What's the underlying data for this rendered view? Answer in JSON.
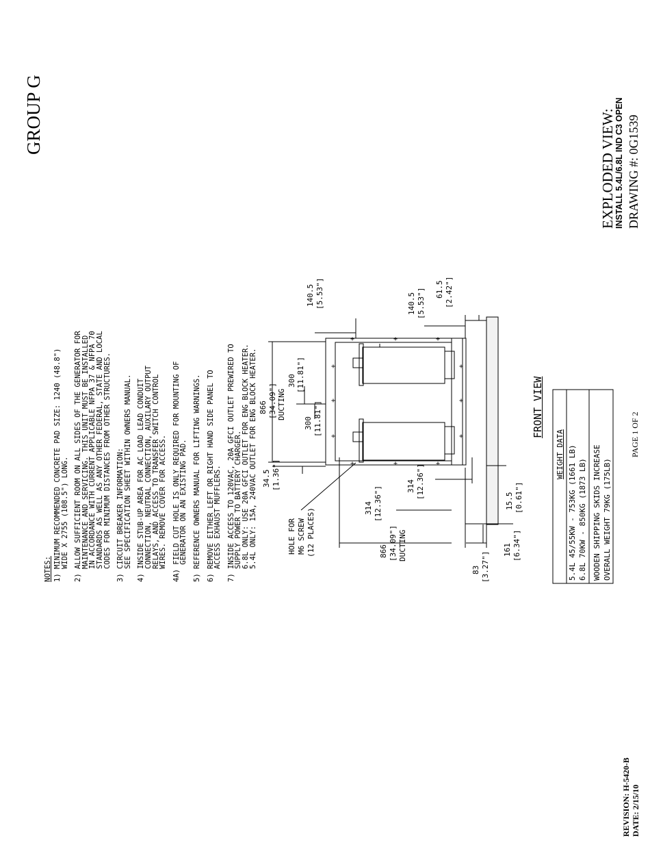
{
  "group_label": "GROUP G",
  "title_block": {
    "view": "EXPLODED VIEW:",
    "install": "INSTALL 5.4L/6.8L IND C3 OPEN",
    "drawing_no": "DRAWING #: 0G1539"
  },
  "page_label": "PAGE 1 OF 2",
  "revision": "REVISION: H-5420-B",
  "date": "DATE: 2/15/10",
  "notes": {
    "heading": "NOTES:",
    "lines": [
      "1) MINIMUM RECOMMENDED CONCRETE PAD SIZE: 1240 (48.8\")",
      "   WIDE X 2755 (108.5\") LONG.",
      "2) ALLOW SUFFICIENT ROOM ON ALL SIDES OF THE GENERATOR FOR",
      "   MAINTENANCE AND SERVICING. THIS UNIT MUST BE INSTALLED",
      "   IN ACCORDANCE WITH CURRENT APPLICABLE NFPA 37 & NFPA 70",
      "   STANDARDS AS WELL AS ANY OTHER FEDERAL, STATE AND LOCAL",
      "   CODES FOR MINIMUM DISTANCES FROM OTHER STRUCTURES.",
      "3) CIRCUIT BREAKER INFORMATION:",
      "   SEE SPECIFICATION SHEET WITHIN OWNERS MANUAL.",
      "4) INSIDE STUB-UP AREA FOR AC LOAD LEAD CONDUIT",
      "   CONNECTION, NEUTRAL CONNECTION, AUXILARY OUTPUT",
      "   RELAYS, AND ACCESS TO TRANSFER SWITCH CONTROL",
      "   WIRES. REMOVE COVER FOR ACCESS.",
      "4A) FIELD CUT HOLE IS ONLY REQUIRED FOR MOUNTING OF",
      "    GENERATOR ON AN EXISTING PAD.",
      "5) REFERENCE OWNERS MANUAL FOR LIFTING WARNINGS.",
      "6) REMOVE EITHER LEFT OR RIGHT HAND SIDE PANEL TO",
      "   ACCESS EXHAUST MUFFLERS.",
      "7) INSIDE ACCESS TO 120VAC, 20A GFCI OUTLET PREWIRED TO",
      "   SUPPLY POWER TO BATTERY CHARGER.",
      "   6.8L ONLY: USE 20A GFCI OUTLET FOR ENG BLOCK HEATER.",
      "   5.4L ONLY: 15A, 240VAC OUTLET FOR ENG BLOCK HEATER."
    ]
  },
  "weight_table": {
    "title": "WEIGHT DATA",
    "rows": [
      "5.4L 45/55KW - 753KG (1661 LB)",
      "6.8L 70KW - 850KG (1873 LB)",
      "WOODEN SHIPPING SKIDS INCREASE",
      "OVERALL WEIGHT 79KG (175LB)"
    ]
  },
  "front_view_label": "FRONT VIEW",
  "dimensions": {
    "d866_top": "866",
    "d866_top_in": "[34.09\"]",
    "d866_top_note": "DUCTING",
    "d300_a": "300",
    "d300_a_in": "[11.81\"]",
    "d300_b": "300",
    "d300_b_in": "[11.81\"]",
    "d140_a": "140.5",
    "d140_a_in": "[5.53\"]",
    "d140_b": "140.5",
    "d140_b_in": "[5.53\"]",
    "d61": "61.5",
    "d61_in": "[2.42\"]",
    "d34": "34.5",
    "d34_in": "[1.36\"]",
    "hole_callout": [
      "HOLE FOR",
      "M6 SCREW",
      "(12 PLACES)"
    ],
    "d314_a": "314",
    "d314_a_in": "[12.36\"]",
    "d314_b": "314",
    "d314_b_in": "[12.36\"]",
    "d866_left": "866",
    "d866_left_in": "[34.09\"]",
    "d866_left_note": "DUCTING",
    "d15": "15.5",
    "d15_in": "[0.61\"]",
    "d161": "161",
    "d161_in": "[6.34\"]",
    "d83": "83",
    "d83_in": "[3.27\"]"
  }
}
